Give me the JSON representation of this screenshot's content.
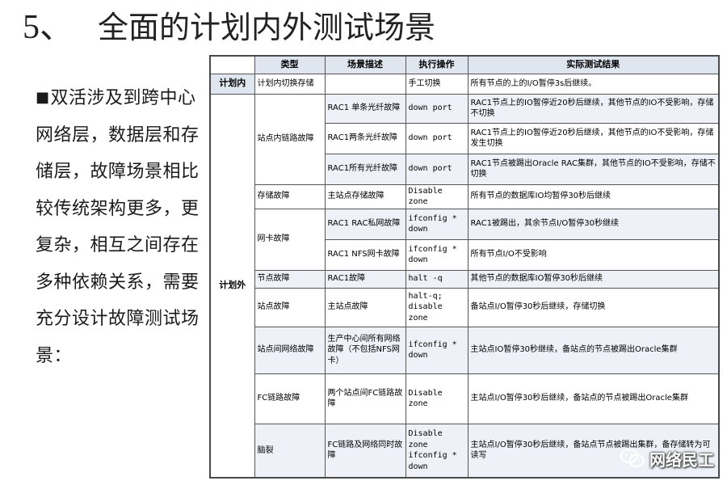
{
  "slide": {
    "number": "5、",
    "title": "全面的计划内外测试场景",
    "bullet_symbol": "■",
    "bullet_text": "双活涉及到跨中心网络层，数据层和存储层，故障场景相比较传统架构更多，更复杂，相互之间存在多种依赖关系，需要充分设计故障测试场景："
  },
  "table": {
    "headers": [
      "",
      "类型",
      "场景描述",
      "执行操作",
      "实际测试结果"
    ],
    "category_planned": "计划内",
    "category_unplanned": "计划外",
    "rows": [
      {
        "type": "计划内切换存储",
        "scenario": "",
        "operation": "手工切换",
        "result": "所有节点的上的I/O暂停3s后继续。"
      },
      {
        "type": "站点内链路故障",
        "scenario": "RAC1 单条光纤故障",
        "operation": "down port",
        "result": "RAC1节点上的IO暂停近20秒后继续，其他节点的IO不受影响，存储不切换"
      },
      {
        "type": "",
        "scenario": "RAC1两条光纤故障",
        "operation": "down port",
        "result": "RAC1节点上的IO暂停近20秒后继续，其他节点的IO不受影响，存储发生切换"
      },
      {
        "type": "",
        "scenario": "RAC1所有光纤故障",
        "operation": "down port",
        "result": "RAC1节点被踢出Oracle RAC集群，其他节点的IO不受影响，存储不切换"
      },
      {
        "type": "存储故障",
        "scenario": "主站点存储故障",
        "operation": "Disable zone",
        "result": "所有节点的数据库IO均暂停30秒后继续"
      },
      {
        "type": "网卡故障",
        "scenario": "RAC1 RAC私网故障",
        "operation": "ifconfig * down",
        "result": "RAC1被踢出，其余节点I/O暂停30秒继续"
      },
      {
        "type": "",
        "scenario": "RAC1 NFS网卡故障",
        "operation": "ifconfig * down",
        "result": "所有节点I/O不受影响"
      },
      {
        "type": "节点故障",
        "scenario": "RAC1故障",
        "operation": "halt -q",
        "result": "其他节点的数据库IO暂停30秒后继续"
      },
      {
        "type": "站点故障",
        "scenario": "主站点故障",
        "operation": "halt-q; disable zone",
        "result": "备站点I/O暂停30秒后继续，存储切换"
      },
      {
        "type": "站点间网络故障",
        "scenario": "生产中心间所有网络故障（不包括NFS网卡）",
        "operation": "ifconfig * down",
        "result": "主站点IO暂停30秒继续，备站点的节点被踢出Oracle集群"
      },
      {
        "type": "FC链路故障",
        "scenario": "两个站点间FC链路故障",
        "operation": "Disable zone",
        "result": "主站点I/O暂停30秒后继续，备站点的节点被踢出Oracle集群"
      },
      {
        "type": "脑裂",
        "scenario": "FC链路及网络同时故障",
        "operation": "Disable zone ifconfig * down",
        "result": "主站点I/O暂停30秒后继续，备站点节点被踢出集群，备存储转为可读写"
      }
    ]
  },
  "watermark": {
    "text": "网络民工",
    "icon": "wechat-logo-icon"
  }
}
